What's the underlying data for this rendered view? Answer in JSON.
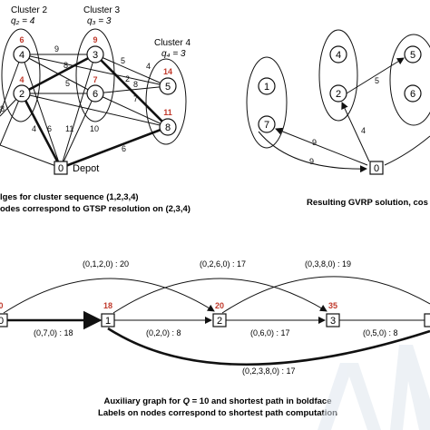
{
  "top_left": {
    "cluster_labels": [
      {
        "name": "Cluster 2",
        "demand": "q₂ = 4"
      },
      {
        "name": "Cluster 3",
        "demand": "q₃ = 3"
      },
      {
        "name": "Cluster 4",
        "demand": "q₄ = 3"
      }
    ],
    "nodes": [
      {
        "id": "4",
        "value": "6"
      },
      {
        "id": "2",
        "value": "4"
      },
      {
        "id": "3",
        "value": "9"
      },
      {
        "id": "6",
        "value": "7"
      },
      {
        "id": "5",
        "value": "14"
      },
      {
        "id": "8",
        "value": "11"
      }
    ],
    "depot_node": "0",
    "depot_label": "Depot",
    "edge_weights": [
      "9",
      "5",
      "8",
      "5",
      "8",
      "4",
      "2",
      "7",
      "6",
      "11",
      "10",
      "4",
      "6",
      "8"
    ],
    "caption_line1": "lges for cluster sequence (1,2,3,4)",
    "caption_line2": "odes correspond to GTSP resolution on (2,3,4)"
  },
  "top_right": {
    "nodes": [
      "1",
      "7",
      "4",
      "2",
      "5",
      "6"
    ],
    "depot_node": "0",
    "edge_weights": [
      "5",
      "4",
      "9",
      "9"
    ],
    "caption": "Resulting GVRP solution, cos"
  },
  "bottom": {
    "nodes": [
      {
        "id": "0",
        "value": "0"
      },
      {
        "id": "1",
        "value": "18"
      },
      {
        "id": "2",
        "value": "20"
      },
      {
        "id": "3",
        "value": "35"
      }
    ],
    "arc_labels_top": [
      "(0,1,2,0) : 20",
      "(0,2,6,0) : 17",
      "(0,3,8,0) : 19"
    ],
    "arc_labels_straight": [
      "(0,7,0) : 18",
      "(0,2,0) : 8",
      "(0,6,0) : 17",
      "(0,5,0) : 8"
    ],
    "arc_label_bottom": "(0,2,3,8,0) : 17",
    "caption_line1_pre": "Auxiliary graph for ",
    "caption_line1_q": "Q",
    "caption_line1_post": " = 10 and shortest path in boldface",
    "caption_line2": "Labels on nodes correspond to shortest path computation"
  },
  "colors": {
    "label_red": "#c0392b",
    "ink": "#111111"
  }
}
